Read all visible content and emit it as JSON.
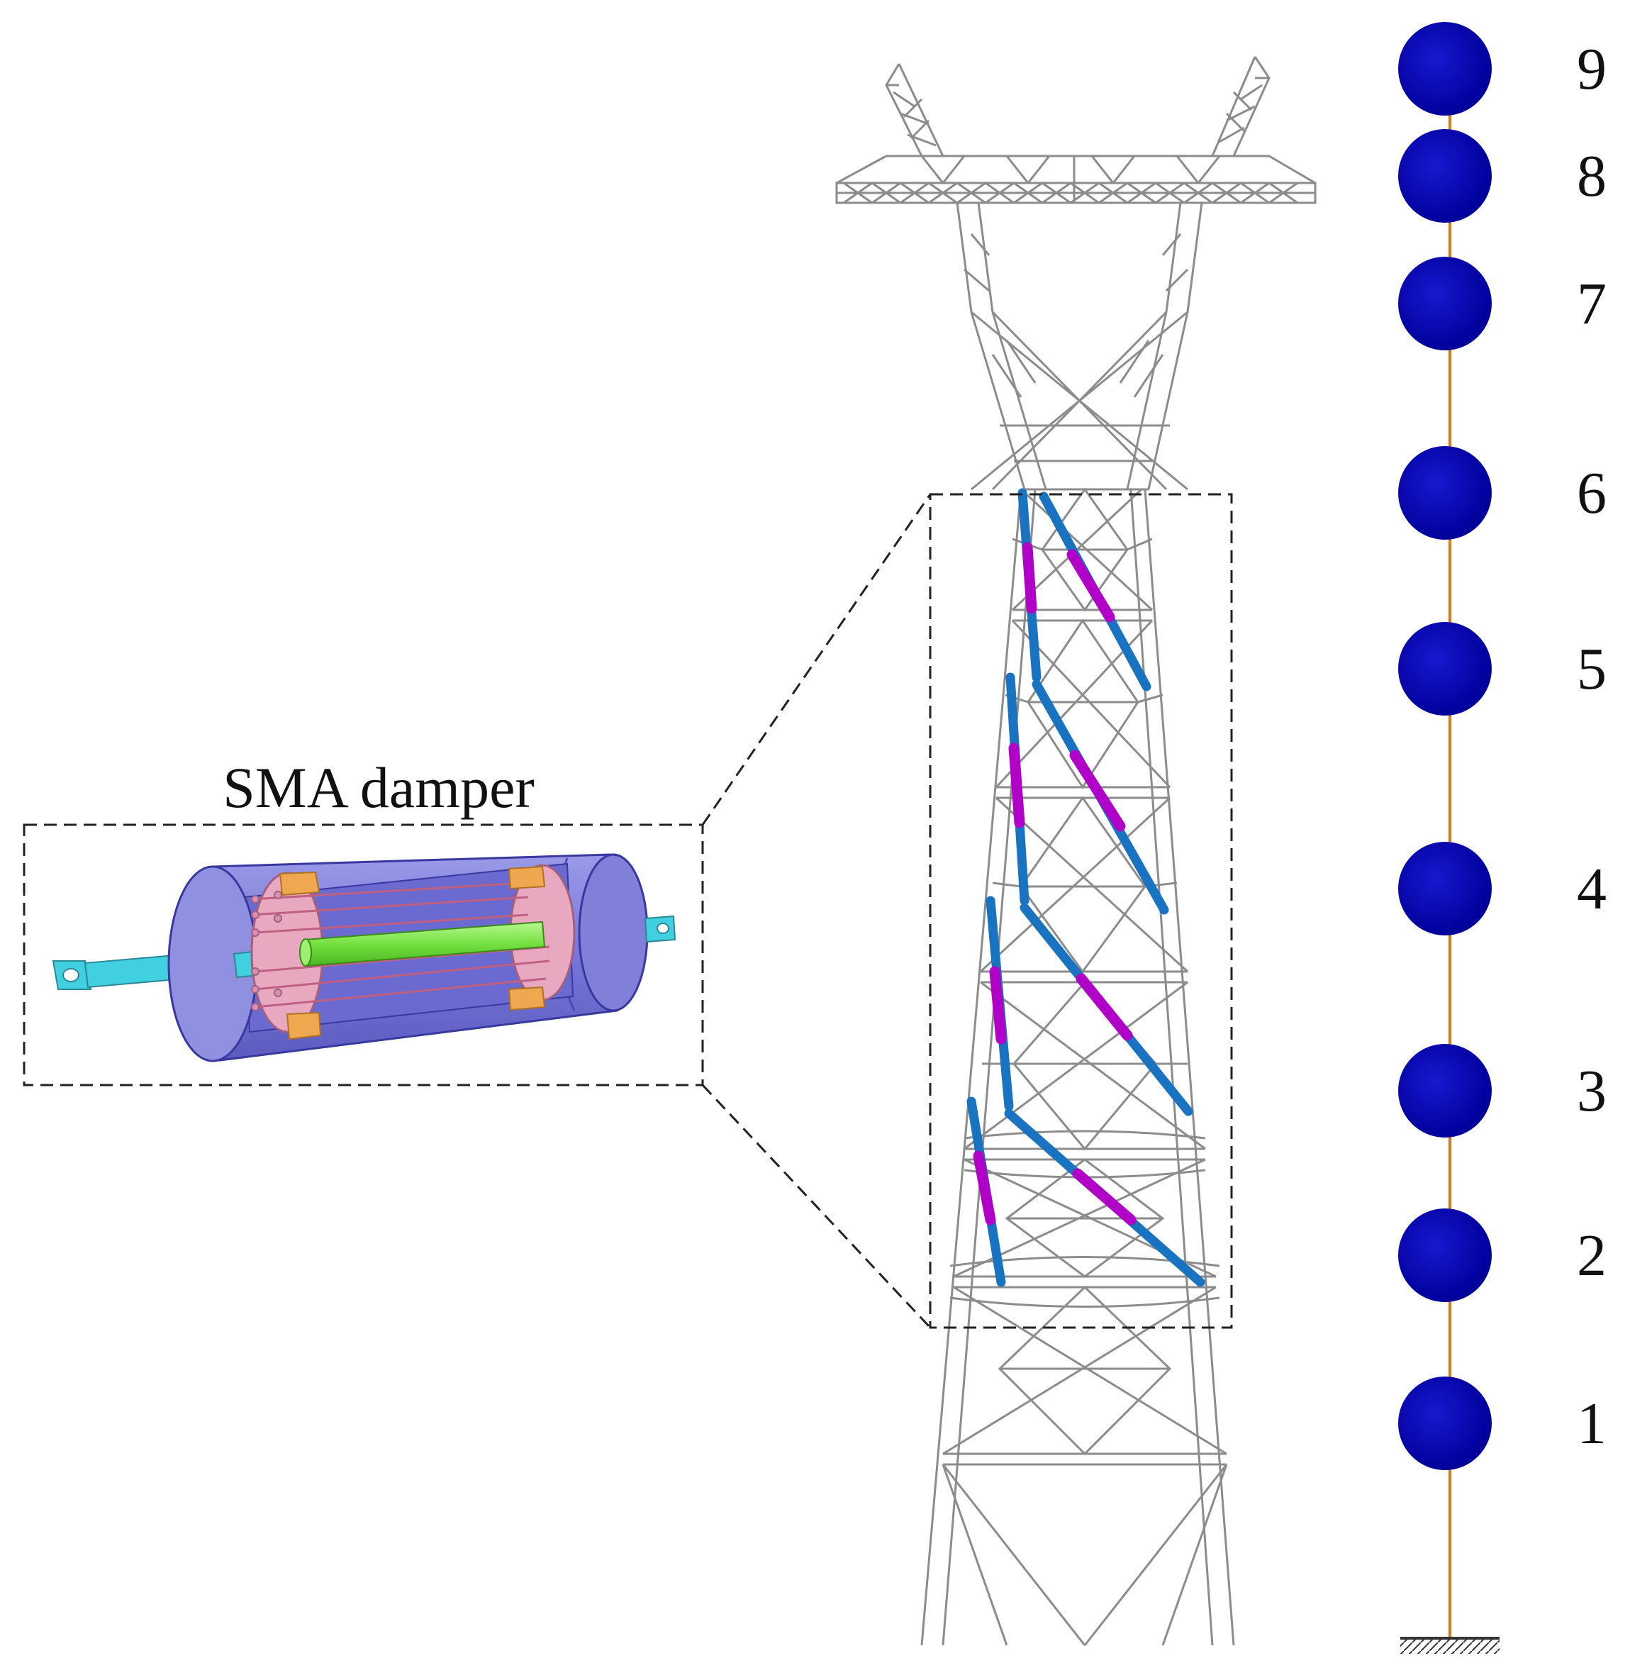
{
  "damper_label": "SMA damper",
  "mass_numbers": [
    "1",
    "2",
    "3",
    "4",
    "5",
    "6",
    "7",
    "8",
    "9"
  ],
  "colors": {
    "tower_lattice": "#8c8c8c",
    "brace": "#1a73c0",
    "damper_segment": "#b000c8",
    "mass": "#0000b8",
    "spring_link": "#e07820",
    "damper_housing": "#7a7ad8",
    "damper_end_plate": "#e8a8c0",
    "damper_core": "#7ce44a",
    "damper_rod": "#40d0e0",
    "damper_clamp": "#f0a850"
  }
}
